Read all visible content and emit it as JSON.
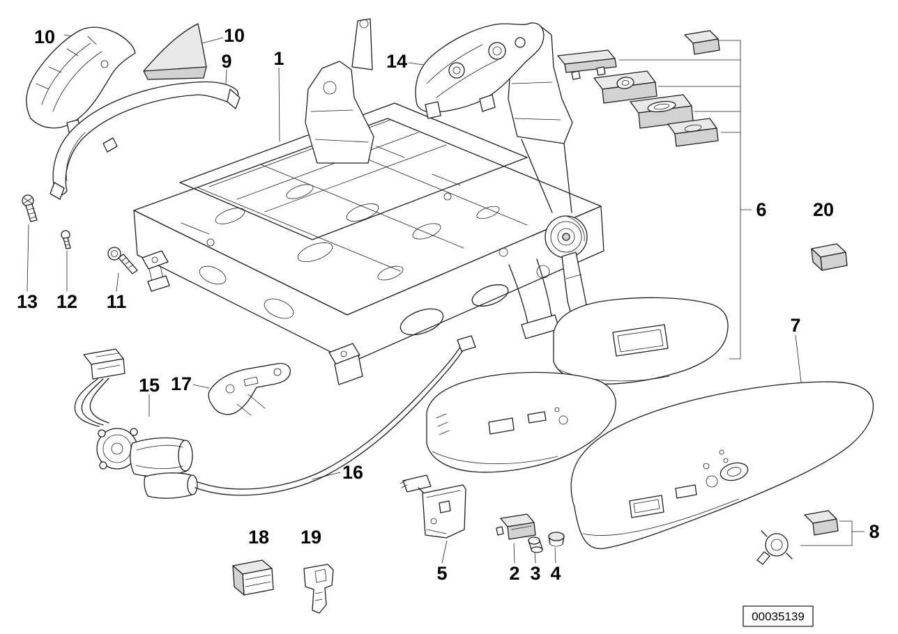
{
  "doc_number": "00035139",
  "colors": {
    "line": "#1c1c1c",
    "background": "#ffffff",
    "shade_light": "#e9e9e9",
    "shade_mid": "#d2d2d2"
  },
  "labels": {
    "n10_left": "10",
    "n10_right": "10",
    "n9": "9",
    "n1": "1",
    "n14": "14",
    "n6": "6",
    "n20": "20",
    "n7": "7",
    "n13": "13",
    "n12": "12",
    "n11": "11",
    "n15": "15",
    "n17": "17",
    "n16": "16",
    "n18": "18",
    "n19": "19",
    "n5": "5",
    "n2": "2",
    "n3": "3",
    "n4": "4",
    "n8": "8"
  }
}
